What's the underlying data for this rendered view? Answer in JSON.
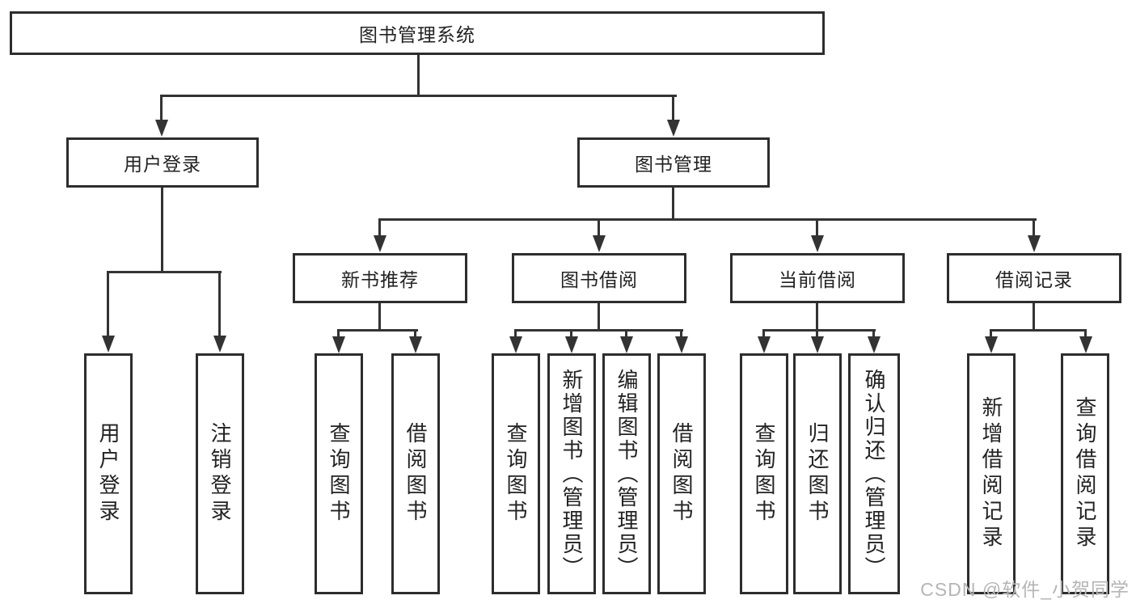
{
  "diagram": {
    "title": "图书管理系统",
    "branches": [
      {
        "label": "用户登录",
        "children": [
          {
            "label": "用户登录"
          },
          {
            "label": "注销登录"
          }
        ]
      },
      {
        "label": "图书管理",
        "groups": [
          {
            "label": "新书推荐",
            "children": [
              {
                "label": "查询图书"
              },
              {
                "label": "借阅图书"
              }
            ]
          },
          {
            "label": "图书借阅",
            "children": [
              {
                "label": "查询图书"
              },
              {
                "label": "新增图书（管理员）"
              },
              {
                "label": "编辑图书（管理员）"
              },
              {
                "label": "借阅图书"
              }
            ]
          },
          {
            "label": "当前借阅",
            "children": [
              {
                "label": "查询图书"
              },
              {
                "label": "归还图书"
              },
              {
                "label": "确认归还（管理员）"
              }
            ]
          },
          {
            "label": "借阅记录",
            "children": [
              {
                "label": "新增借阅记录"
              },
              {
                "label": "查询借阅记录"
              }
            ]
          }
        ]
      }
    ]
  },
  "watermark": {
    "text": "CSDN @软件_小贺同学"
  },
  "colors": {
    "line": "#333333",
    "box_border": "#2d2d2d",
    "text": "#222222",
    "background": "#ffffff",
    "watermark": "#b5b5b5"
  }
}
